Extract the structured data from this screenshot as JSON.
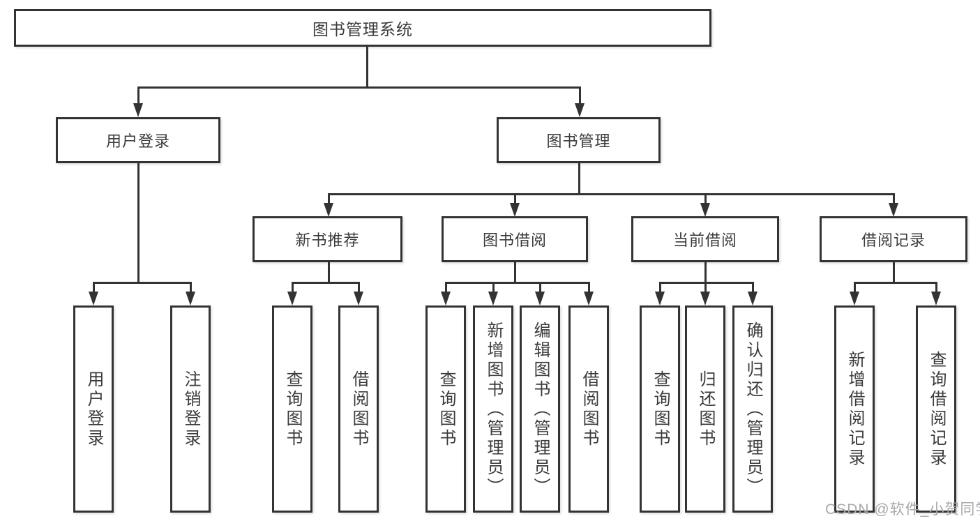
{
  "diagram": {
    "root": {
      "label": "图书管理系统"
    },
    "level1": {
      "user_login": {
        "label": "用户登录"
      },
      "book_management": {
        "label": "图书管理"
      }
    },
    "level2": {
      "new_books": {
        "label": "新书推荐"
      },
      "book_borrowing": {
        "label": "图书借阅"
      },
      "current_borrowing": {
        "label": "当前借阅"
      },
      "borrowing_records": {
        "label": "借阅记录"
      }
    },
    "leaves": {
      "user_login": [
        "用户登录",
        "注销登录"
      ],
      "new_books": [
        "查询图书",
        "借阅图书"
      ],
      "book_borrowing": [
        "查询图书",
        "新增图书（管理员）",
        "编辑图书（管理员）",
        "借阅图书"
      ],
      "current_borrowing": [
        "查询图书",
        "归还图书",
        "确认归还（管理员）"
      ],
      "borrowing_records": [
        "新增借阅记录",
        "查询借阅记录"
      ]
    },
    "watermark": "CSDN @软件_小贺同学",
    "colors": {
      "line": "#333333",
      "text": "#3b3b3d",
      "watermark": "#a9a9ad",
      "background": "#ffffff"
    }
  }
}
